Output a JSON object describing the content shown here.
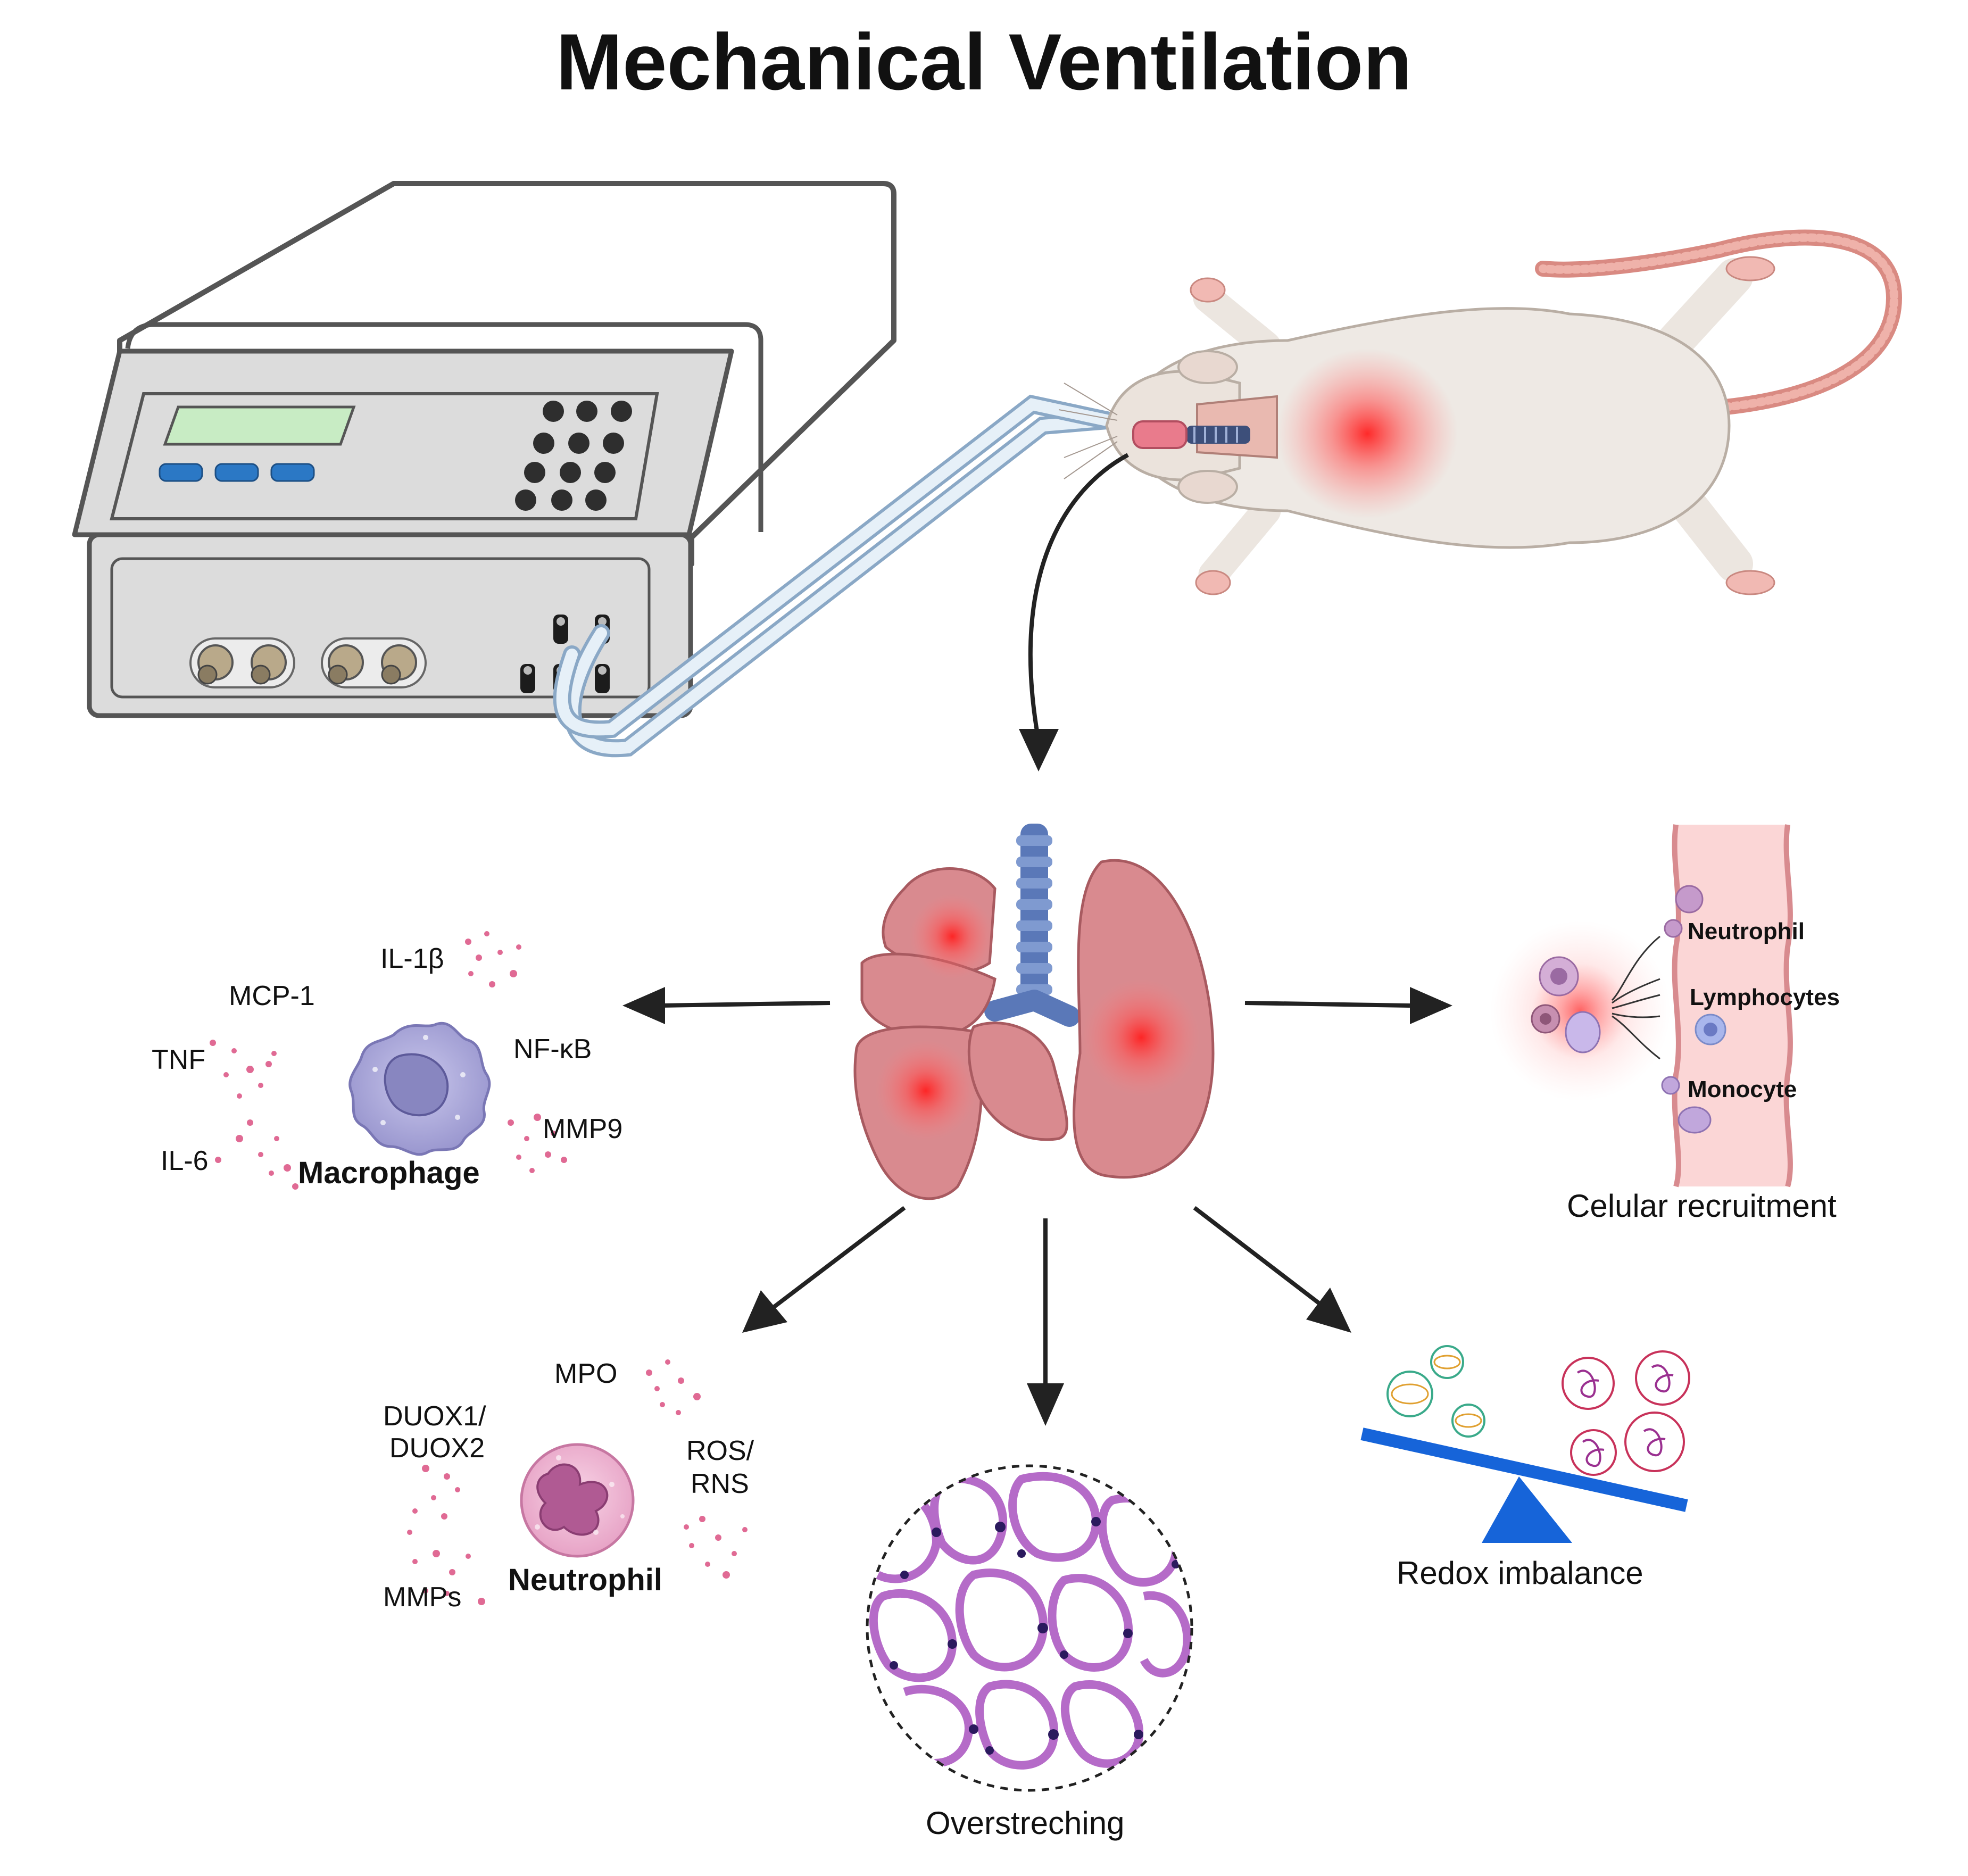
{
  "title": "Mechanical Ventilation",
  "macrophage": {
    "label": "Macrophage",
    "cytokines": [
      "IL-1β",
      "MCP-1",
      "TNF",
      "NF-κB",
      "MMP9",
      "IL-6"
    ]
  },
  "recruitment": {
    "caption": "Celular recruitment",
    "cells": [
      "Neutrophil",
      "Lymphocytes",
      "Monocyte"
    ]
  },
  "neutrophil": {
    "label": "Neutrophil",
    "mediators": {
      "mpo": "MPO",
      "duox_line1": "DUOX1/",
      "duox_line2": "DUOX2",
      "ros_line1": "ROS/",
      "ros_line2": "RNS",
      "mmps": "MMPs"
    }
  },
  "overstretching": {
    "caption": "Overstreching"
  },
  "redox": {
    "caption": "Redox imbalance"
  },
  "colors": {
    "arrow": "#222222",
    "inflammation": "#ff3b3b",
    "lung": "#d98a8f",
    "trachea": "#5a78b8",
    "balance": "#1664d9",
    "cytokine_dot": "#e06a94",
    "macrophage": "#a9a6d6",
    "neutrophil": "#e8a8c8"
  },
  "icons": [
    "ventilator-icon",
    "rat-icon",
    "lungs-icon",
    "macrophage-icon",
    "neutrophil-icon",
    "blood-vessel-icon",
    "histology-icon",
    "balance-scale-icon"
  ]
}
